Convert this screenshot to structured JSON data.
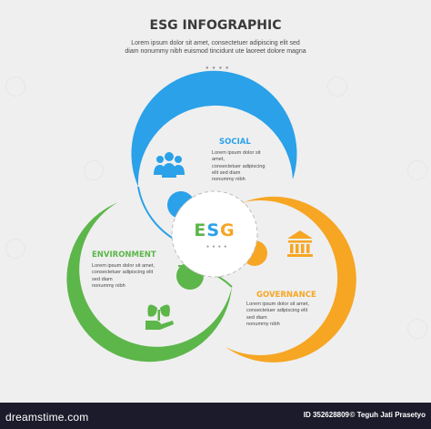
{
  "header": {
    "title": "ESG INFOGRAPHIC",
    "subtitle": "Lorem ipsum dolor sit amet, consectetuer adipiscing elit sed diam nonummy nibh euismod tincidunt ute laoreet dolore magna"
  },
  "center": {
    "label": "ESG"
  },
  "sections": {
    "social": {
      "label": "SOCIAL",
      "text": "Lorem ipsum dolor sit amet,\nconsectetuer adipiscing elit sed diam\nnonummy nibh",
      "color": "#2aa1e8",
      "icon": "people-group-icon"
    },
    "environment": {
      "label": "ENVIRONMENT",
      "text": "Lorem ipsum dolor sit amet,\nconsectetuer adipiscing elit sed diam\nnonummy nibh",
      "color": "#5cb64a",
      "icon": "plant-in-hand-icon"
    },
    "governance": {
      "label": "GOVERNANCE",
      "text": "Lorem ipsum dolor sit amet,\nconsectetuer adipiscing elit sed diam\nnonummy nibh",
      "color": "#f6a623",
      "icon": "bank-building-icon"
    }
  },
  "footer": {
    "brand": "dreamstime.com",
    "id": "ID 352628809",
    "author": "© Teguh Jati Prasetyo"
  }
}
